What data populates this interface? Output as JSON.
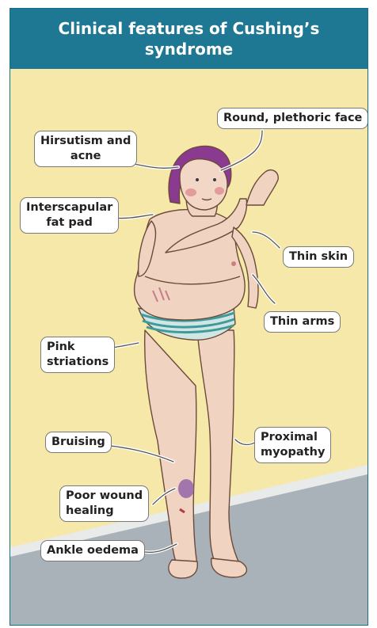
{
  "title": "Clinical features of Cushing’s syndrome",
  "labels": {
    "round_face": "Round, plethoric face",
    "hirsutism_line1": "Hirsutism and",
    "hirsutism_line2": "acne",
    "interscapular_line1": "Interscapular",
    "interscapular_line2": "fat pad",
    "thin_skin": "Thin skin",
    "thin_arms": "Thin arms",
    "pink_striations_line1": "Pink",
    "pink_striations_line2": "striations",
    "bruising": "Bruising",
    "proximal_line1": "Proximal",
    "proximal_line2": "myopathy",
    "poor_wound_line1": "Poor wound",
    "poor_wound_line2": "healing",
    "ankle_oedema": "Ankle oedema"
  },
  "colors": {
    "header_bg": "#1f7893",
    "wall": "#f5e8a8",
    "floor": "#a9b1b9",
    "skin": "#f0d3c0",
    "hair": "#8a3a8f",
    "underwear_stripe": "#3f9a9a"
  }
}
